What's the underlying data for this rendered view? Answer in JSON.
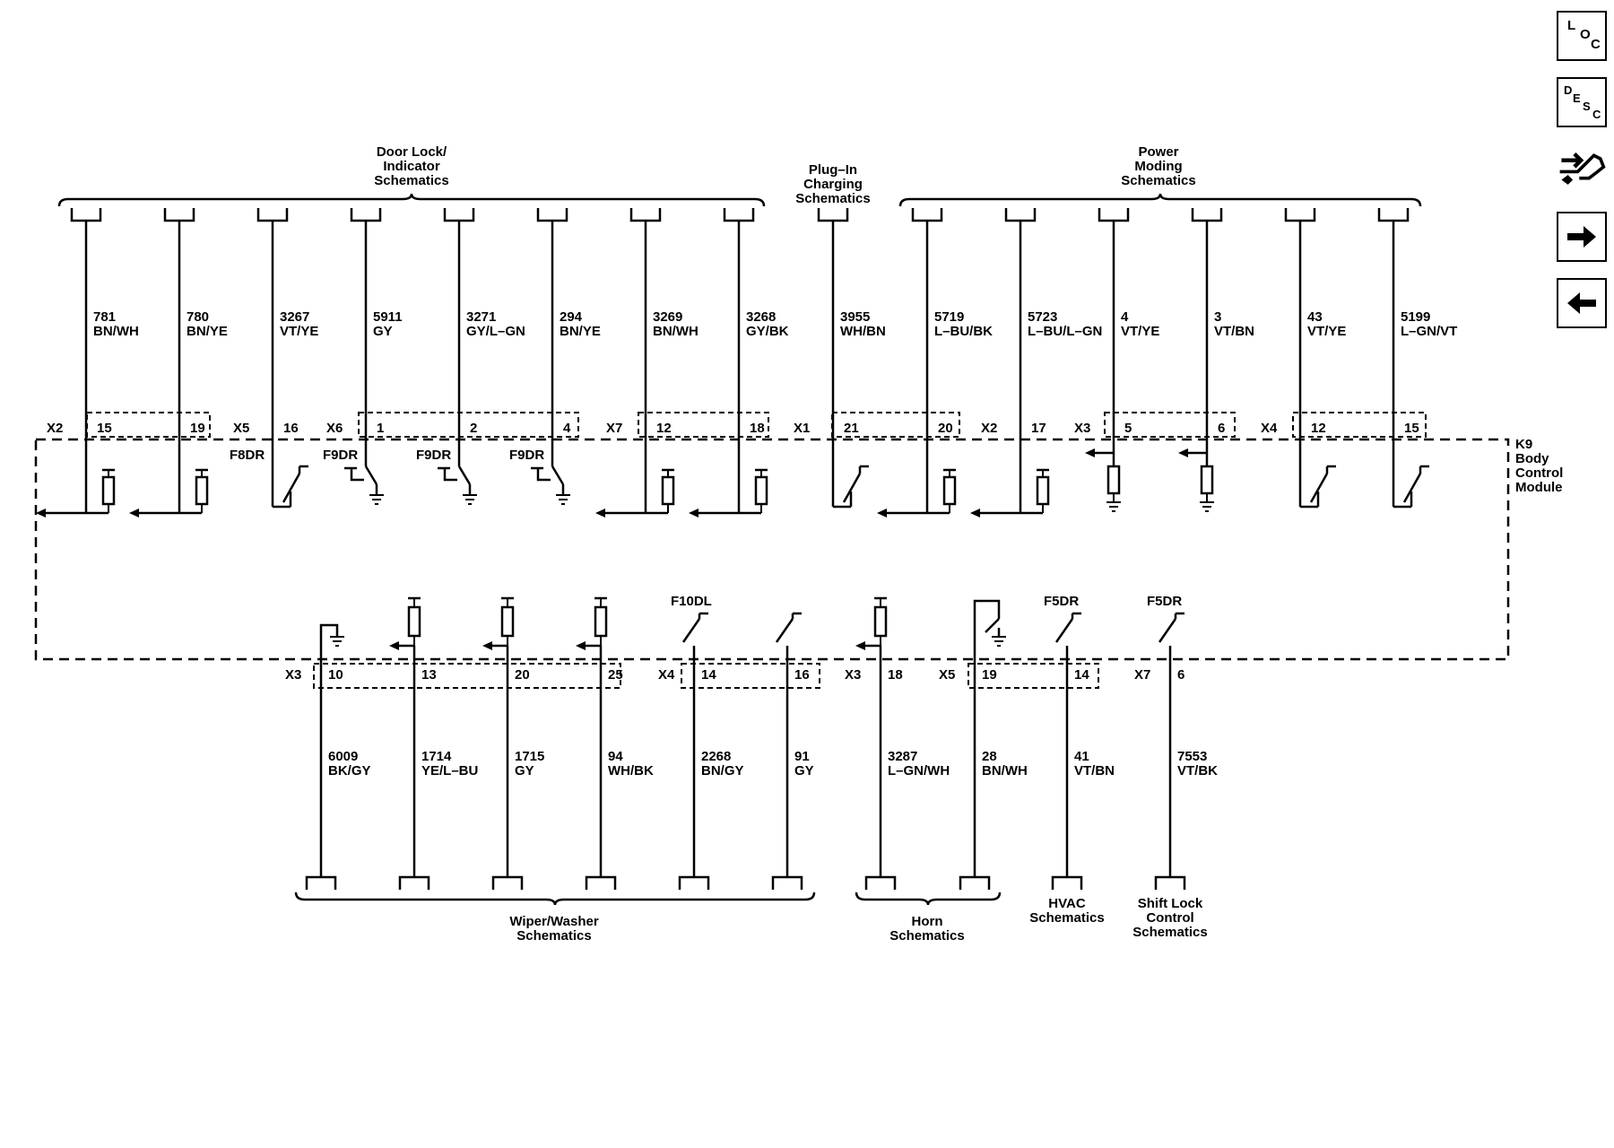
{
  "nav": {
    "loc": [
      "L",
      "O",
      "C"
    ],
    "desc": [
      "D",
      "E",
      "S",
      "C"
    ]
  },
  "module": {
    "ref": "K9",
    "name": [
      "Body",
      "Control",
      "Module"
    ]
  },
  "groups": {
    "door_lock": [
      "Door Lock/",
      "Indicator",
      "Schematics"
    ],
    "plug_in": [
      "Plug–In",
      "Charging",
      "Schematics"
    ],
    "power_moding": [
      "Power",
      "Moding",
      "Schematics"
    ],
    "wiper": [
      "Wiper/Washer",
      "Schematics"
    ],
    "horn": [
      "Horn",
      "Schematics"
    ],
    "hvac": [
      "HVAC",
      "Schematics"
    ],
    "shift_lock": [
      "Shift Lock",
      "Control",
      "Schematics"
    ]
  },
  "top_wires": [
    {
      "circuit": "781",
      "color": "BN/WH",
      "pin": "15",
      "connector": "X2",
      "fuse": "",
      "type": "pullup"
    },
    {
      "circuit": "780",
      "color": "BN/YE",
      "pin": "19",
      "connector": "",
      "fuse": "",
      "type": "pullup"
    },
    {
      "circuit": "3267",
      "color": "VT/YE",
      "pin": "16",
      "connector": "X5",
      "fuse": "F8DR",
      "type": "switch"
    },
    {
      "circuit": "5911",
      "color": "GY",
      "pin": "1",
      "connector": "X6",
      "fuse": "F9DR",
      "type": "fetgnd"
    },
    {
      "circuit": "3271",
      "color": "GY/L–GN",
      "pin": "2",
      "connector": "",
      "fuse": "F9DR",
      "type": "fetgnd"
    },
    {
      "circuit": "294",
      "color": "BN/YE",
      "pin": "4",
      "connector": "",
      "fuse": "F9DR",
      "type": "fetgnd"
    },
    {
      "circuit": "3269",
      "color": "BN/WH",
      "pin": "12",
      "connector": "X7",
      "fuse": "",
      "type": "pullup"
    },
    {
      "circuit": "3268",
      "color": "GY/BK",
      "pin": "18",
      "connector": "",
      "fuse": "",
      "type": "pullup"
    },
    {
      "circuit": "3955",
      "color": "WH/BN",
      "pin": "21",
      "connector": "X1",
      "fuse": "",
      "type": "switch"
    },
    {
      "circuit": "5719",
      "color": "L–BU/BK",
      "pin": "20",
      "connector": "",
      "fuse": "",
      "type": "pullup"
    },
    {
      "circuit": "5723",
      "color": "L–BU/L–GN",
      "pin": "17",
      "connector": "X2",
      "fuse": "",
      "type": "pullup"
    },
    {
      "circuit": "4",
      "color": "VT/YE",
      "pin": "5",
      "connector": "X3",
      "fuse": "",
      "type": "pulldown"
    },
    {
      "circuit": "3",
      "color": "VT/BN",
      "pin": "6",
      "connector": "",
      "fuse": "",
      "type": "pulldown"
    },
    {
      "circuit": "43",
      "color": "VT/YE",
      "pin": "12",
      "connector": "X4",
      "fuse": "",
      "type": "switch"
    },
    {
      "circuit": "5199",
      "color": "L–GN/VT",
      "pin": "15",
      "connector": "",
      "fuse": "",
      "type": "switch"
    }
  ],
  "bottom_wires": [
    {
      "circuit": "6009",
      "color": "BK/GY",
      "pin": "10",
      "connector": "X3",
      "fuse": "",
      "type": "ground"
    },
    {
      "circuit": "1714",
      "color": "YE/L–BU",
      "pin": "13",
      "connector": "",
      "fuse": "",
      "type": "pullup"
    },
    {
      "circuit": "1715",
      "color": "GY",
      "pin": "20",
      "connector": "",
      "fuse": "",
      "type": "pullup"
    },
    {
      "circuit": "94",
      "color": "WH/BK",
      "pin": "25",
      "connector": "",
      "fuse": "",
      "type": "pullup"
    },
    {
      "circuit": "2268",
      "color": "BN/GY",
      "pin": "14",
      "connector": "X4",
      "fuse": "F10DL",
      "type": "switch"
    },
    {
      "circuit": "91",
      "color": "GY",
      "pin": "16",
      "connector": "",
      "fuse": "",
      "type": "switch"
    },
    {
      "circuit": "3287",
      "color": "L–GN/WH",
      "pin": "18",
      "connector": "X3",
      "fuse": "",
      "type": "pullup"
    },
    {
      "circuit": "28",
      "color": "BN/WH",
      "pin": "19",
      "connector": "X5",
      "fuse": "",
      "type": "gndswitch"
    },
    {
      "circuit": "41",
      "color": "VT/BN",
      "pin": "14",
      "connector": "",
      "fuse": "F5DR",
      "type": "switch"
    },
    {
      "circuit": "7553",
      "color": "VT/BK",
      "pin": "6",
      "connector": "X7",
      "fuse": "F5DR",
      "type": "switch"
    }
  ]
}
